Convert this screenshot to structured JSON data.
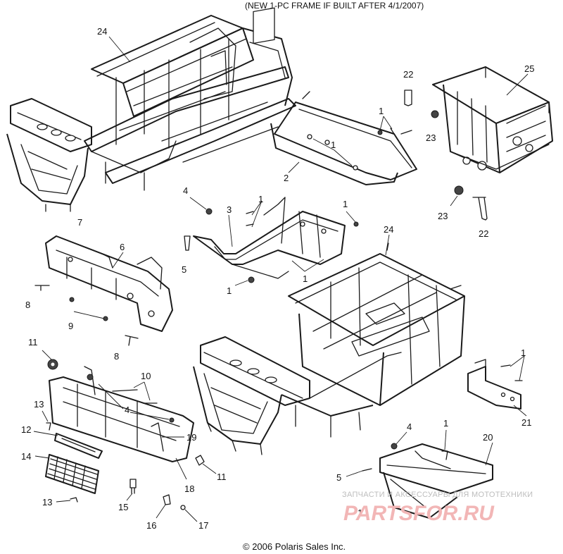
{
  "note": "(NEW 1-PC FRAME IF BUILT AFTER 4/1/2007)",
  "copyright": "© 2006 Polaris Sales Inc.",
  "watermark": {
    "tagline": "ЗАПЧАСТИ И АКСЕССУАРЫ ДЛЯ МОТОТЕХНИКИ",
    "logo": "PARTSFOR.RU"
  },
  "callouts": {
    "c24a": "24",
    "c25": "25",
    "c22a": "22",
    "c22b": "22",
    "c23a": "23",
    "c23b": "23",
    "c1a": "1",
    "c1b": "1",
    "c1c": "1",
    "c1d": "1",
    "c1e": "1",
    "c1f": "1",
    "c1g": "1",
    "c1h": "1",
    "c1i": "1",
    "c2": "2",
    "c3": "3",
    "c4a": "4",
    "c4b": "4",
    "c4c": "4",
    "c5a": "5",
    "c5b": "5",
    "c6": "6",
    "c7": "7",
    "c8a": "8",
    "c8b": "8",
    "c9": "9",
    "c10": "10",
    "c11a": "11",
    "c11b": "11",
    "c12": "12",
    "c13a": "13",
    "c13b": "13",
    "c14": "14",
    "c15": "15",
    "c16": "16",
    "c17": "17",
    "c18": "18",
    "c19": "19",
    "c20": "20",
    "c21": "21",
    "c24b": "24"
  },
  "colors": {
    "line": "#1a1a1a",
    "watermark_text": "#bdbdbd",
    "watermark_logo": "#f2b6b6"
  }
}
